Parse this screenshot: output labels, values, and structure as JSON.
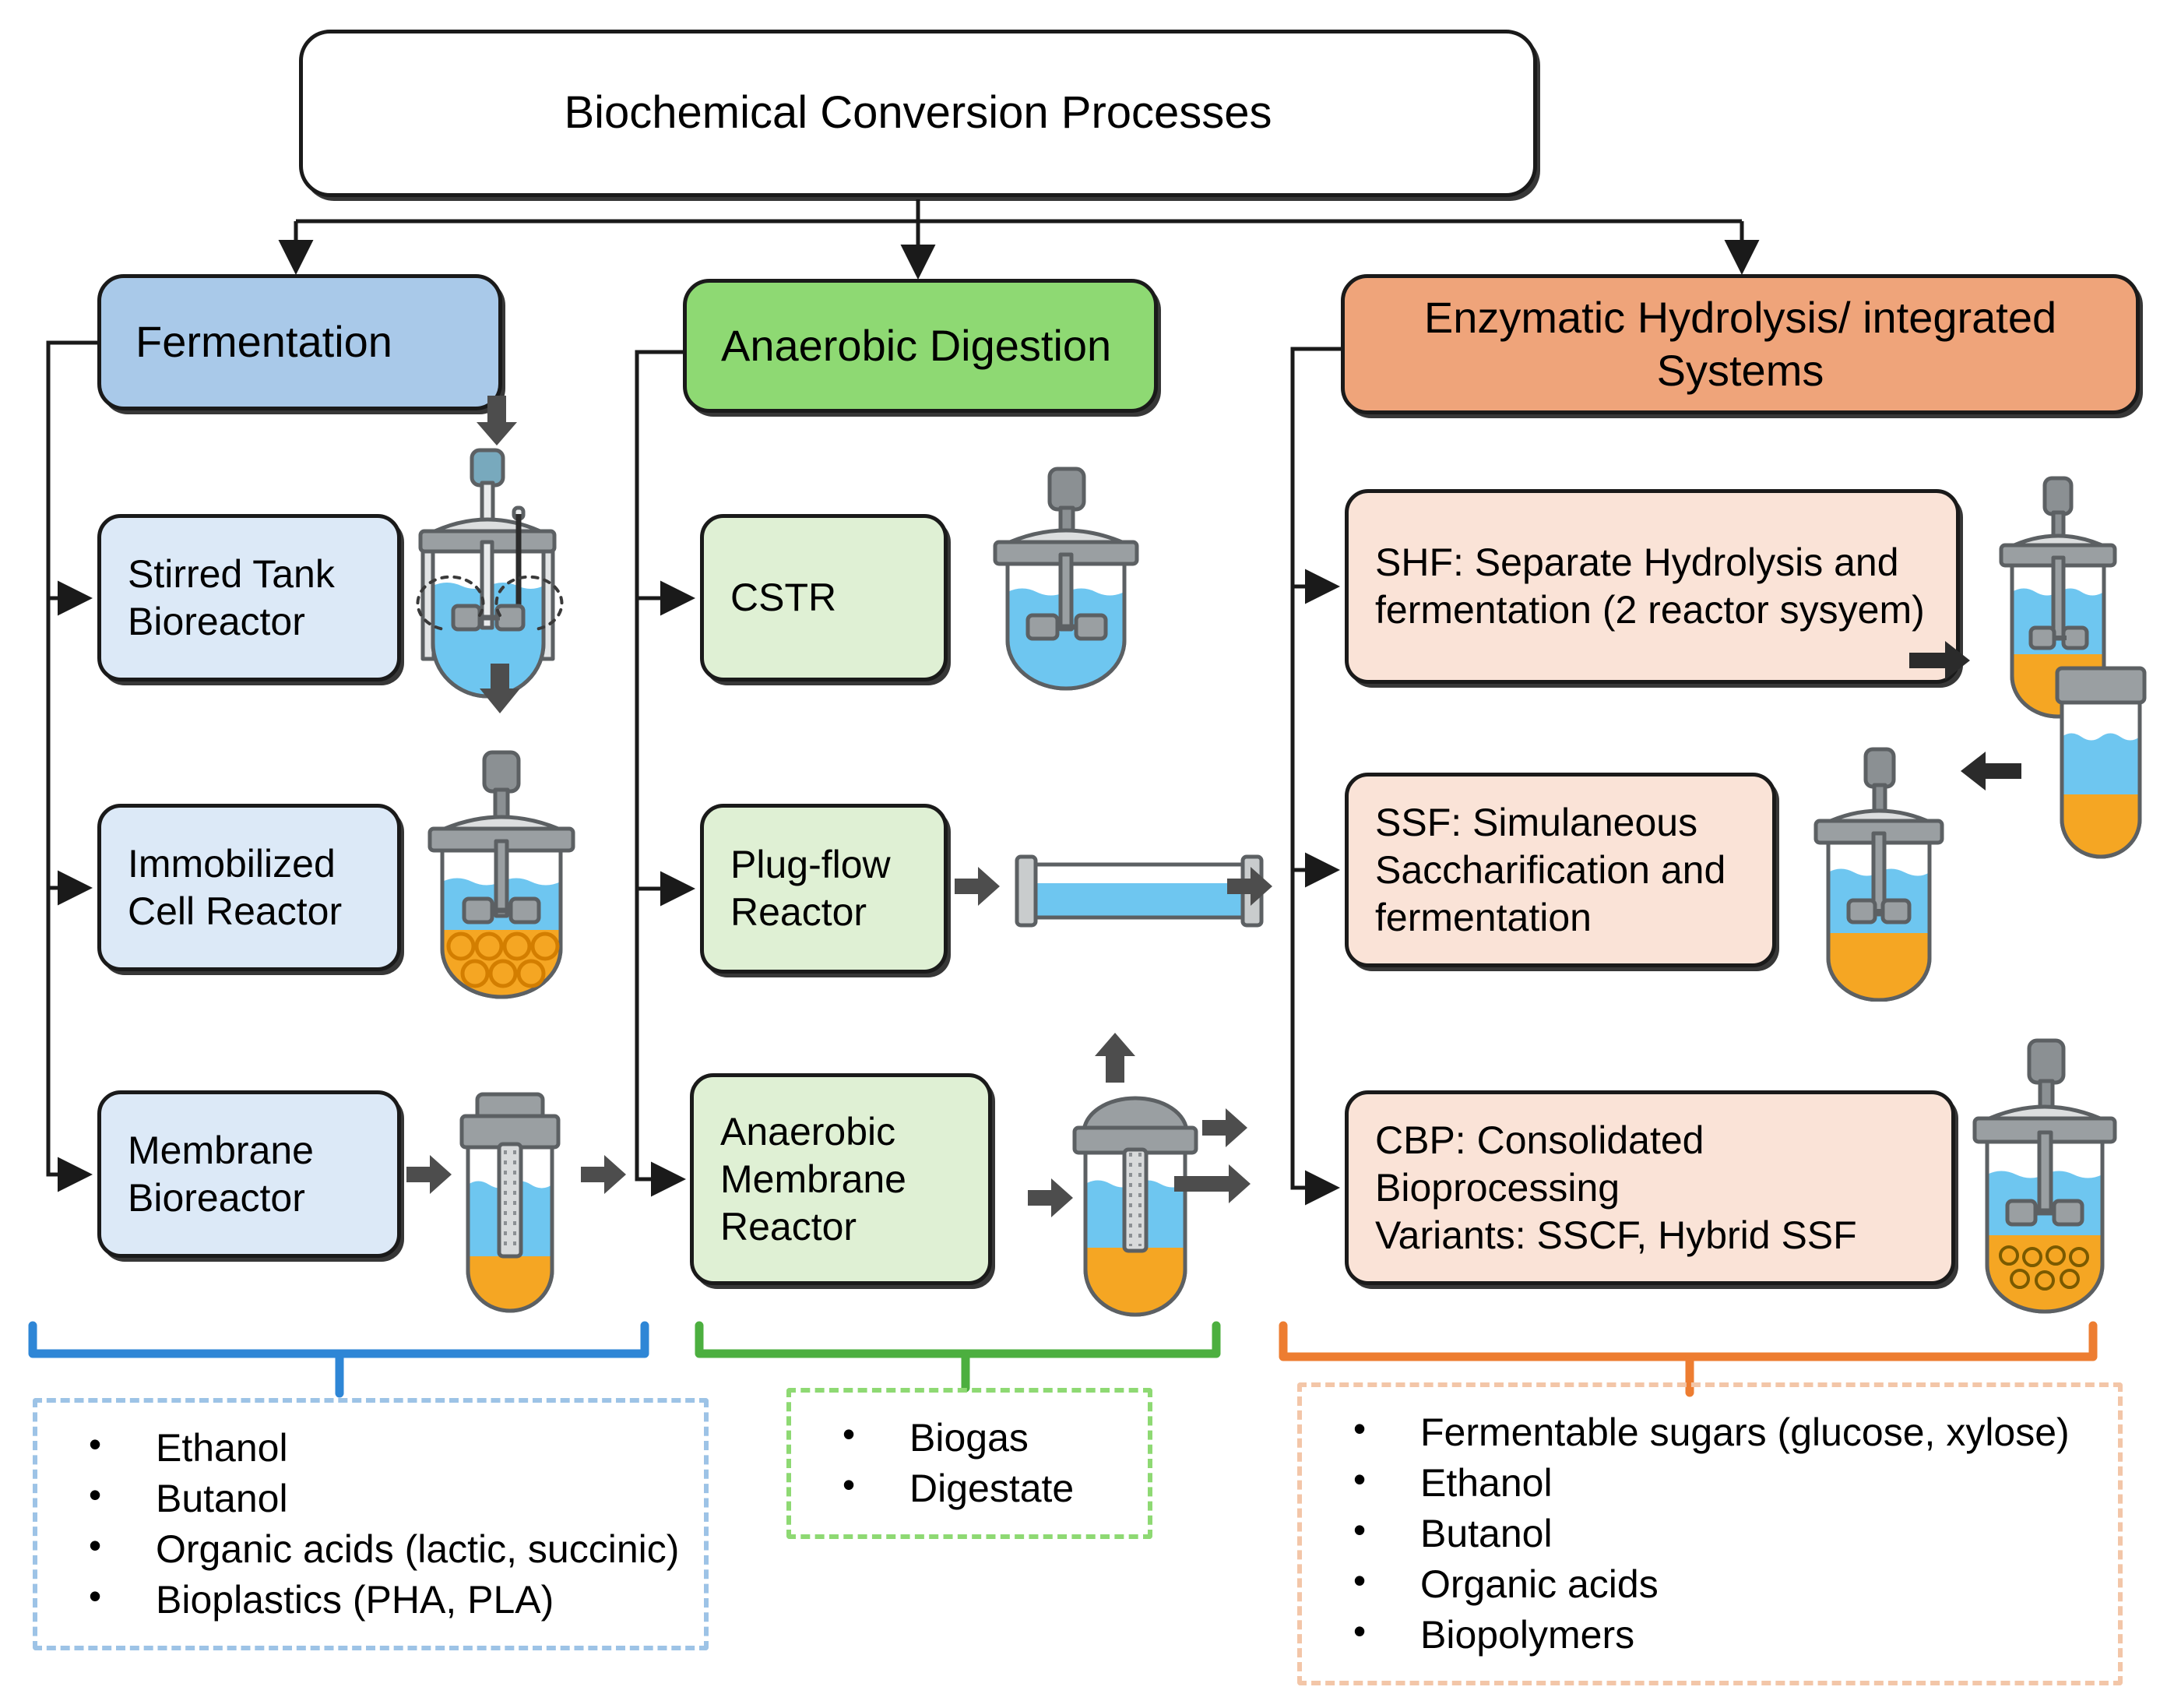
{
  "diagram": {
    "root": {
      "label": "Biochemical Conversion Processes"
    },
    "categories": [
      {
        "id": "fermentation",
        "label": "Fermentation",
        "color": "#a9c9e9"
      },
      {
        "id": "anaerobic-digestion",
        "label": "Anaerobic Digestion",
        "color": "#8ed973"
      },
      {
        "id": "enzymatic-hydrolysis",
        "label": "Enzymatic Hydrolysis/ integrated Systems",
        "color": "#efa47a"
      }
    ],
    "fermentation": {
      "nodes": [
        {
          "id": "stirred-tank-bioreactor",
          "label": "Stirred Tank Bioreactor",
          "icon": "stirred-tank-reactor-icon"
        },
        {
          "id": "immobilized-cell-reactor",
          "label": "Immobilized Cell Reactor",
          "icon": "immobilized-cell-reactor-icon"
        },
        {
          "id": "membrane-bioreactor",
          "label": "Membrane Bioreactor",
          "icon": "membrane-bioreactor-icon"
        }
      ],
      "products": {
        "items": [
          "Ethanol",
          "Butanol",
          "Organic acids (lactic, succinic)",
          "Bioplastics (PHA, PLA)"
        ],
        "border_color": "#9dc3e6",
        "bracket_color": "#2e86d6"
      }
    },
    "anaerobic_digestion": {
      "nodes": [
        {
          "id": "cstr",
          "label": "CSTR",
          "icon": "cstr-reactor-icon"
        },
        {
          "id": "plug-flow-reactor",
          "label": "Plug-flow Reactor",
          "icon": "plug-flow-tube-icon"
        },
        {
          "id": "anaerobic-membrane-reactor",
          "label": "Anaerobic Membrane Reactor",
          "icon": "anaerobic-membrane-reactor-icon"
        }
      ],
      "products": {
        "items": [
          "Biogas",
          "Digestate"
        ],
        "border_color": "#8ed973",
        "bracket_color": "#4caf3f"
      }
    },
    "enzymatic_hydrolysis": {
      "nodes": [
        {
          "id": "shf",
          "label": "SHF: Separate Hydrolysis and fermentation (2 reactor sysyem)",
          "icon": "two-reactor-system-icon"
        },
        {
          "id": "ssf",
          "label": "SSF: Simulaneous Saccharification and fermentation",
          "icon": "ssf-reactor-icon"
        },
        {
          "id": "cbp",
          "label": "CBP: Consolidated Bioprocessing\nVariants: SSCF, Hybrid SSF",
          "icon": "cbp-reactor-icon"
        }
      ],
      "products": {
        "items": [
          "Fermentable sugars (glucose, xylose)",
          "Ethanol",
          "Butanol",
          "Organic acids",
          "Biopolymers"
        ],
        "border_color": "#f3c6a8",
        "bracket_color": "#ed7d31"
      }
    },
    "palette": {
      "connector": "#1a1a1a",
      "box_stroke": "#1a1a1a",
      "sub_blue_fill": "#dce9f7",
      "sub_green_fill": "#dff0d4",
      "sub_peach_fill": "#fae3d7",
      "liquid_blue": "#6ec6f0",
      "sediment_orange": "#f5a623",
      "metal_gray": "#8f9396",
      "arrow_gray": "#4d4d4d"
    }
  }
}
